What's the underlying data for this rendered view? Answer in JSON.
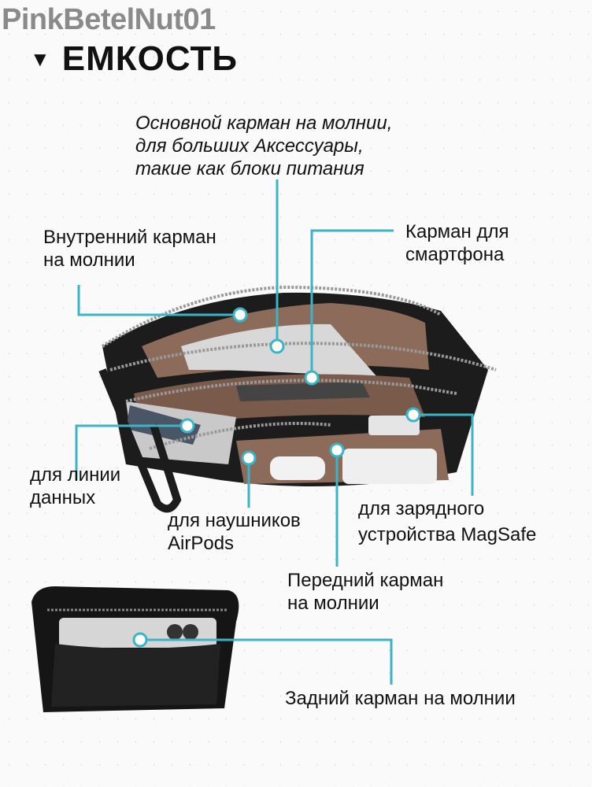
{
  "watermark": "PinkBetelNut01",
  "header": {
    "marker": "▼",
    "title": "ЕМКОСТЬ"
  },
  "callouts": {
    "main_pocket": [
      "Основной карман на молнии,",
      "для больших Аксессуары,",
      "такие как блоки питания"
    ],
    "inner_pocket": [
      "Внутренний карман",
      "на молнии"
    ],
    "phone_pocket": [
      "Карман для",
      "смартфона"
    ],
    "cable": [
      "для линии",
      "данных"
    ],
    "airpods": [
      "для наушников",
      "AirPods"
    ],
    "magsafe": [
      "для зарядного",
      "устройства MagSafe"
    ],
    "front_pocket": [
      "Передний карман",
      "на молнии"
    ],
    "back_pocket": [
      "Задний карман на молнии"
    ]
  },
  "colors": {
    "accent": "#3cb4c8",
    "leather": "#1a1a1a",
    "lining": "#8a6a58"
  }
}
